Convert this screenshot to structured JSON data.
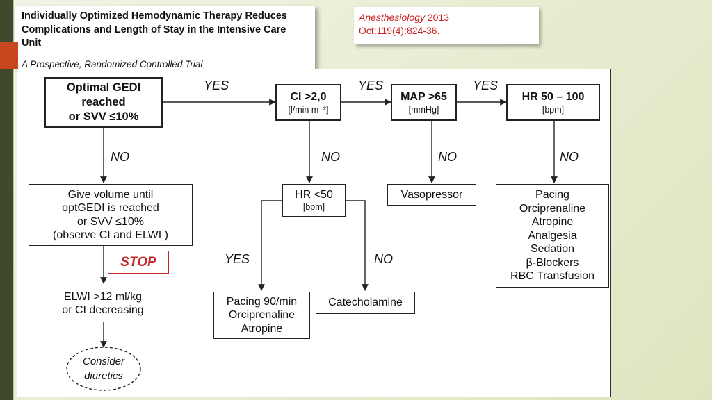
{
  "title": "Individually Optimized Hemodynamic Therapy Reduces Complications and Length of Stay in the Intensive Care Unit",
  "subtitle": "A Prospective, Randomized Controlled Trial",
  "reference": {
    "journal": "Anesthesiology",
    "year": "2013",
    "volume": "Oct;119(4):824-36."
  },
  "flowchart": {
    "start": "Optimal GEDI\nreached\nor SVV ≤10%",
    "ci": {
      "main": "CI >2,0",
      "unit": "[l/min m⁻²]"
    },
    "map": {
      "main": "MAP >65",
      "unit": "[mmHg]"
    },
    "hr": {
      "main": "HR 50 – 100",
      "unit": "[bpm]"
    },
    "volume": "Give volume until\noptGEDI is reached\nor SVV ≤10%\n(observe CI and ELWI )",
    "stop": "STOP",
    "elwi": "ELWI >12 ml/kg\nor CI decreasing",
    "diuretics": "Consider\ndiuretics",
    "hr50": {
      "main": "HR <50",
      "unit": "[bpm]"
    },
    "pacing90": "Pacing 90/min\nOrciprenaline\nAtropine",
    "catecholamine": "Catecholamine",
    "vasopressor": "Vasopressor",
    "hr_actions": "Pacing\nOrciprenaline\nAtropine\nAnalgesia\nSedation\nβ-Blockers\nRBC Transfusion",
    "yes": "YES",
    "no": "NO"
  },
  "colors": {
    "accent": "#c9471f",
    "reference_text": "#c82020",
    "stop": "#c4262a",
    "rail": "#3f4a2c"
  }
}
